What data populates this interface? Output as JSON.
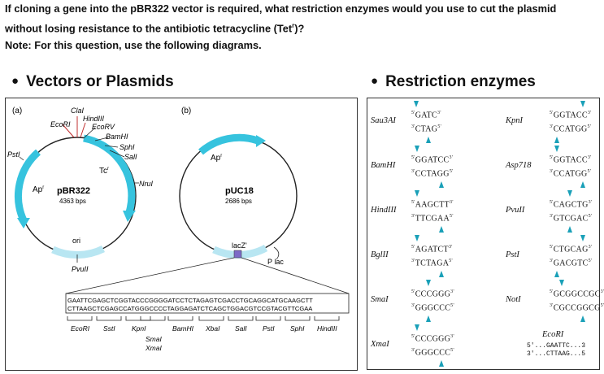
{
  "question": {
    "line1": "If cloning a gene into the pBR322 vector is required, what restriction enzymes would you use to cut the plasmid",
    "line2_pre": "without losing resistance to the antibiotic tetracycline (Tet",
    "line2_sup": "r",
    "line2_post": ")?",
    "line3": "Note: For this question, use the following diagrams."
  },
  "sections": {
    "vectors": "Vectors or Plasmids",
    "enzymes": "Restriction enzymes"
  },
  "pbr322": {
    "panel_label": "(a)",
    "name": "pBR322",
    "size": "4363 bps",
    "sites": [
      "ClaI",
      "HindIII",
      "EcoRI",
      "EcoRV",
      "BamHI",
      "SphI",
      "SalI",
      "NruI",
      "PstI",
      "PvuII"
    ],
    "genes": {
      "amp": "Ap",
      "tet": "Tc",
      "sup": "r",
      "ori": "ori"
    }
  },
  "puc18": {
    "panel_label": "(b)",
    "name": "pUC18",
    "size": "2686 bps",
    "genes": {
      "amp": "Ap",
      "sup": "r",
      "lacz": "lacZ'",
      "plac": "P lac"
    }
  },
  "mcs": {
    "top": "GAATTCGAGCTCGGTACCCGGGGATCCTCTAGAGTCGACCTGCAGGCATGCAAGCTT",
    "bottom": "CTTAAGCTCGAGCCATGGGCCCCTAGGAGATCTCAGCTGGACGTCCGTACGTTCGAA",
    "sites": [
      "EcoRI",
      "SstI",
      "KpnI",
      "SmaI",
      "XmaI",
      "BamHI",
      "XbaI",
      "SalI",
      "PstI",
      "SphI",
      "HindIII"
    ]
  },
  "enzymes_left": [
    {
      "name": "Sau3AI",
      "top": "GATC",
      "bottom": "CTAG"
    },
    {
      "name": "BamHI",
      "top": "GGATCC",
      "bottom": "CCTAGG"
    },
    {
      "name": "HindIII",
      "top": "AAGCTT",
      "bottom": "TTCGAA"
    },
    {
      "name": "BglII",
      "top": "AGATCT",
      "bottom": "TCTAGA"
    },
    {
      "name": "SmaI",
      "top": "CCCGGG",
      "bottom": "GGGCCC"
    },
    {
      "name": "XmaI",
      "top": "CCCGGG",
      "bottom": "GGGCCC"
    }
  ],
  "enzymes_right": [
    {
      "name": "KpnI",
      "top": "GGTACC",
      "bottom": "CCATGG"
    },
    {
      "name": "Asp718",
      "top": "GGTACC",
      "bottom": "CCATGG"
    },
    {
      "name": "PvuII",
      "top": "CAGCTG",
      "bottom": "GTCGAC"
    },
    {
      "name": "PstI",
      "top": "CTGCAG",
      "bottom": "GACGTC"
    },
    {
      "name": "NotI",
      "top": "GCGGCCGC",
      "bottom": "CGCCGGCG"
    }
  ],
  "ecori": {
    "name": "EcoRI",
    "top": "5'...GAATTC...3",
    "bottom": "3'...CTTAAG...5"
  },
  "strand": {
    "five": "5'",
    "three": "3'"
  }
}
